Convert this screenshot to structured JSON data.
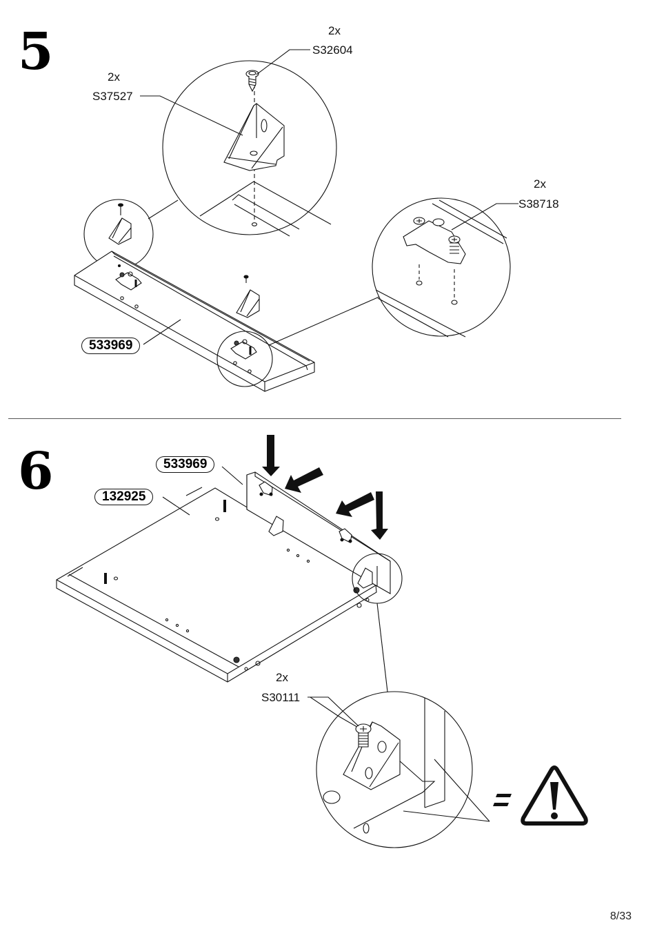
{
  "page": {
    "number_label": "8/33"
  },
  "steps": [
    {
      "number": "5",
      "panel": {
        "part_label": "533969",
        "callouts": [
          {
            "quantity": "2x",
            "code": "S32604",
            "item": "screw"
          },
          {
            "quantity": "2x",
            "code": "S37527",
            "item": "corner-bracket"
          },
          {
            "quantity": "2x",
            "code": "S38718",
            "item": "hinge-plate-with-screws"
          }
        ]
      }
    },
    {
      "number": "6",
      "panels": [
        {
          "part_label": "533969"
        },
        {
          "part_label": "132925"
        }
      ],
      "callouts": [
        {
          "quantity": "2x",
          "code": "S30111",
          "item": "screw"
        }
      ],
      "warning": {
        "equals": "=",
        "icon": "warning-triangle-icon"
      }
    }
  ]
}
